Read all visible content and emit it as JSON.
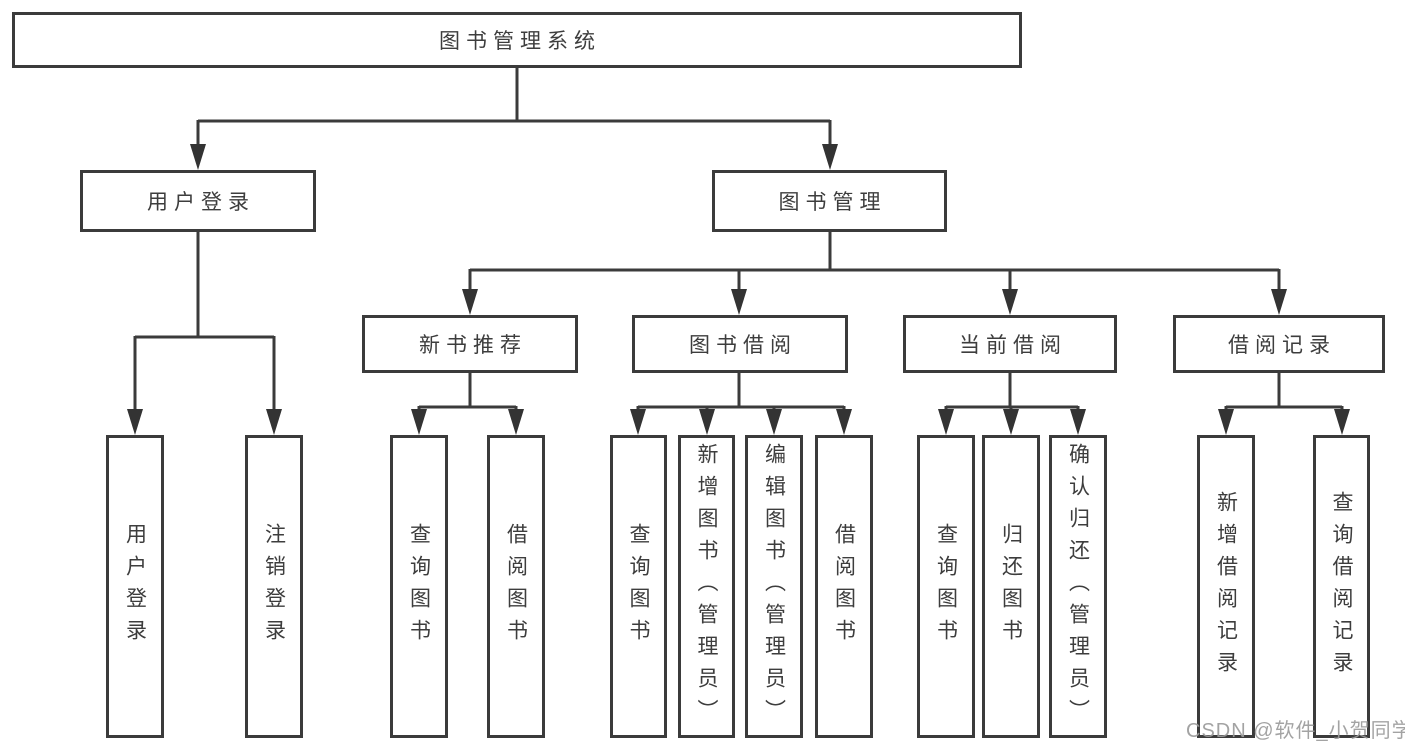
{
  "watermark": "CSDN @软件_小贺同学",
  "colors": {
    "line": "#3b3b3b",
    "box_border": "#3b3b3b",
    "text": "#3d3d3d",
    "watermark": "#9b9b9b",
    "background": "#ffffff"
  },
  "tree": {
    "root": {
      "label": "图书管理系统"
    },
    "children": [
      {
        "label": "用户登录",
        "children": [
          {
            "label": "用户登录"
          },
          {
            "label": "注销登录"
          }
        ]
      },
      {
        "label": "图书管理",
        "children": [
          {
            "label": "新书推荐",
            "children": [
              {
                "label": "查询图书"
              },
              {
                "label": "借阅图书"
              }
            ]
          },
          {
            "label": "图书借阅",
            "children": [
              {
                "label": "查询图书"
              },
              {
                "label": "新增图书（管理员）"
              },
              {
                "label": "编辑图书（管理员）"
              },
              {
                "label": "借阅图书"
              }
            ]
          },
          {
            "label": "当前借阅",
            "children": [
              {
                "label": "查询图书"
              },
              {
                "label": "归还图书"
              },
              {
                "label": "确认归还（管理员）"
              }
            ]
          },
          {
            "label": "借阅记录",
            "children": [
              {
                "label": "新增借阅记录"
              },
              {
                "label": "查询借阅记录"
              }
            ]
          }
        ]
      }
    ]
  }
}
